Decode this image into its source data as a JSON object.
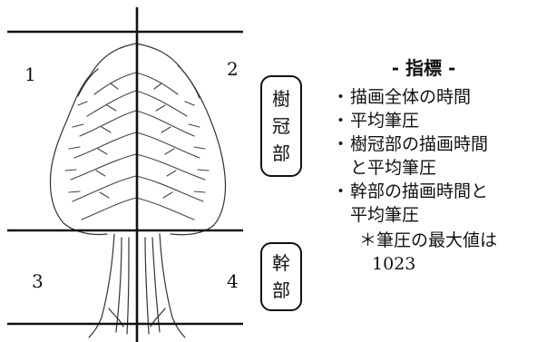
{
  "quadrants": {
    "q1": "1",
    "q2": "2",
    "q3": "3",
    "q4": "4"
  },
  "regions": {
    "crown": [
      "樹",
      "冠",
      "部"
    ],
    "trunk": [
      "幹",
      "部"
    ]
  },
  "index_panel": {
    "title": "- 指標 -",
    "items": [
      {
        "lines": [
          "描画全体の時間"
        ]
      },
      {
        "lines": [
          "平均筆圧"
        ]
      },
      {
        "lines": [
          "樹冠部の描画時間",
          "と平均筆圧"
        ]
      },
      {
        "lines": [
          "幹部の描画時間と",
          "平均筆圧"
        ]
      }
    ],
    "note": [
      "＊筆圧の最大値は",
      "1023"
    ]
  }
}
